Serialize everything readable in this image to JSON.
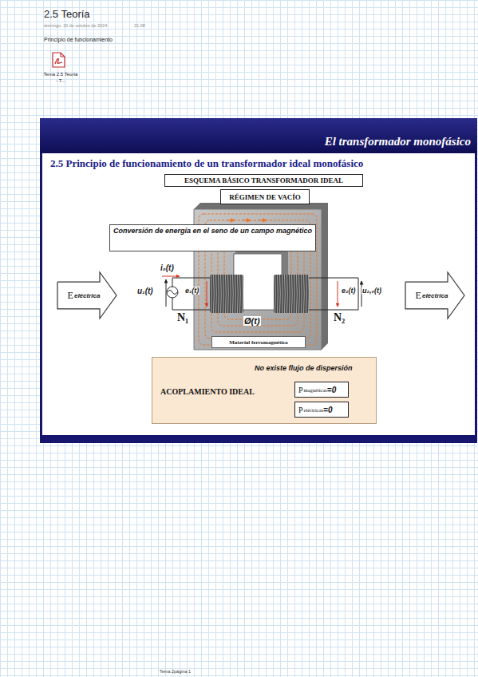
{
  "diagram": {
    "title": "2.5 Teoría",
    "nodes": [
      {
        "text": [
          "2.5 Principio de funcionamiento de un transformador ideal monofásico"
        ]
      },
      {
        "text": [
          "El transformador monofásico"
        ],
        "in": 0
      },
      {
        "text": [
          "ESQUEMA BÁSICO TRANSFORMADOR IDEAL"
        ],
        "in": 0
      },
      {
        "text": [
          "RÉGIMEN DE VACÍO"
        ],
        "in": 0
      },
      {
        "text": [
          "Conversión de energía en el seno de un campo magnético"
        ],
        "in": 0
      },
      {
        "text": [
          "E",
          "eléctrica"
        ],
        "in": 0
      },
      {
        "text": [
          "Material ferromagnético"
        ],
        "in": 0
      },
      {
        "text": [
          "E",
          "eléctrica"
        ],
        "in": 0
      },
      {
        "text": [
          "No existe flujo de dispersión",
          "ACOPLAMIENTO IDEAL"
        ],
        "in": 0
      },
      {
        "text": [
          "P",
          "magnéticas",
          "=0"
        ],
        "in": 8
      },
      {
        "text": [
          "P",
          "eléctricas",
          "=0"
        ],
        "in": 8
      }
    ],
    "labels": [
      "domingo, 20 de octubre de 2024",
      "21:08",
      "Principio de funcionamiento",
      "Tema 2.5 Teoría - T...",
      "i₀(t)",
      "u₁(t)",
      "e₁(t)",
      "e₂(t)",
      "u₂,₀(t)",
      "N₁",
      "N₂",
      "Ø(t)",
      "Tema 2página 1"
    ]
  }
}
